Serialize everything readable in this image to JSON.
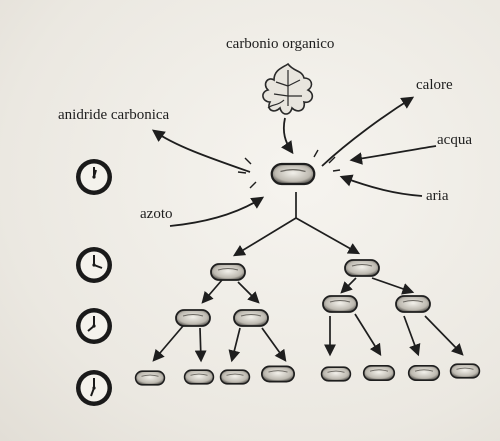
{
  "labels": {
    "carbonio_organico": "carbonio organico",
    "calore": "calore",
    "anidride_carbonica": "anidride carbonica",
    "acqua": "acqua",
    "aria": "aria",
    "azoto": "azoto"
  },
  "icons": {
    "clock": "clock-icon",
    "leaf": "leaf-icon",
    "bacterium": "bacterium-icon"
  },
  "colors": {
    "ink": "#1e1e1e",
    "background": "#ebe8e1",
    "cell_fill": "#d9d6cf"
  }
}
